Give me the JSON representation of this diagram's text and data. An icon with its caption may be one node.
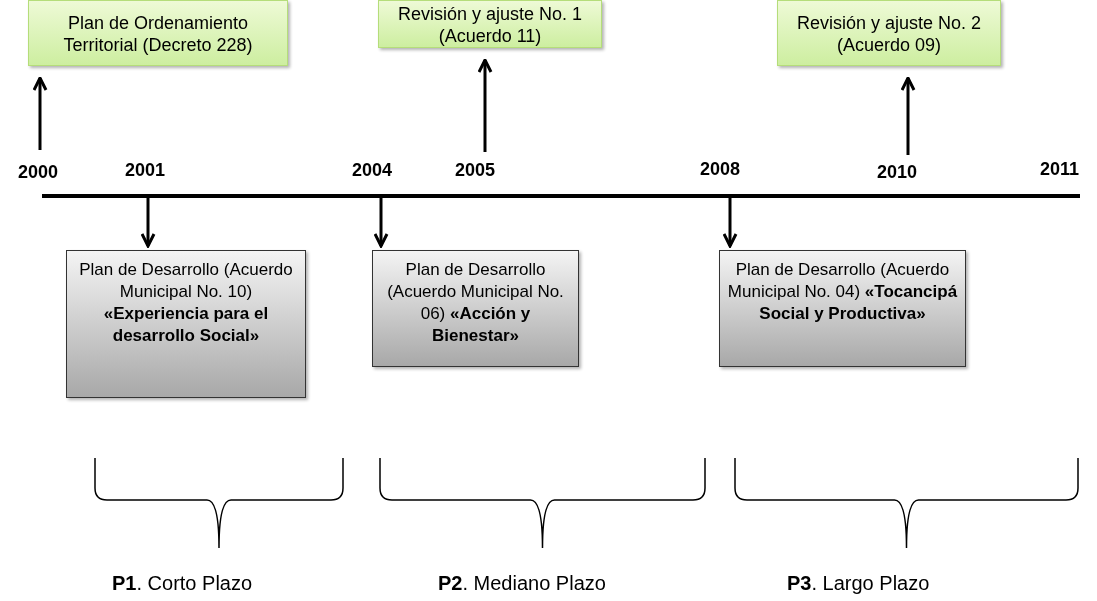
{
  "diagram": {
    "nodes": [
      {
        "text": [
          "Plan de Ordenamiento Territorial (Decreto 228)"
        ]
      },
      {
        "text": [
          "Revisión y ajuste No. 1 (Acuerdo 11)"
        ]
      },
      {
        "text": [
          "Revisión y ajuste No. 2 (Acuerdo 09)"
        ]
      },
      {
        "text": [
          "Plan de Desarrollo (Acuerdo Municipal No. 10) **«Experiencia para el desarrollo Social»**"
        ]
      },
      {
        "text": [
          "Plan de Desarrollo (Acuerdo Municipal No. 06) **«Acción y Bienestar»**"
        ]
      },
      {
        "text": [
          "Plan de Desarrollo (Acuerdo Municipal No. 04) **«Tocancipá Social y Productiva»**"
        ]
      }
    ],
    "edges": [
      {
        "from": null,
        "to": 0,
        "arrow": "to"
      },
      {
        "from": null,
        "to": 1,
        "arrow": "to"
      },
      {
        "from": null,
        "to": 2,
        "arrow": "to"
      },
      {
        "from": null,
        "to": 3,
        "arrow": "to"
      },
      {
        "from": null,
        "to": 4,
        "arrow": "to"
      },
      {
        "from": null,
        "to": 5,
        "arrow": "to"
      }
    ],
    "labels": [
      "2000",
      "2001",
      "2004",
      "2005",
      "2008",
      "2010",
      "2011",
      "**P1**. Corto Plazo",
      "**P2**. Mediano Plazo",
      "**P3**. Largo Plazo"
    ]
  }
}
